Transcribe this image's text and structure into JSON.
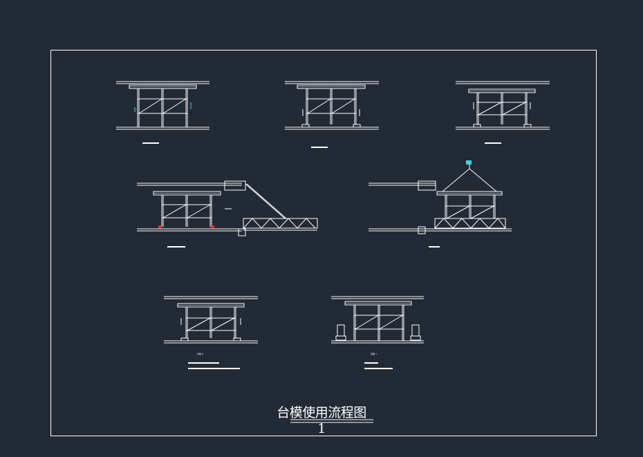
{
  "drawing": {
    "title": "台模使用流程图1",
    "colors": {
      "background": "#222a35",
      "line": "#ffffff",
      "accent_cyan": "#3fd8e6",
      "accent_red": "#ff2a2a"
    },
    "steps": [
      {
        "id": "step1",
        "label": "",
        "lines": [
          ""
        ]
      },
      {
        "id": "step2",
        "label": "",
        "lines": [
          "",
          ""
        ]
      },
      {
        "id": "step3",
        "label": "",
        "lines": [
          "",
          ""
        ]
      },
      {
        "id": "step4",
        "label": "",
        "lines": [
          "",
          ""
        ]
      },
      {
        "id": "step5",
        "label": "",
        "lines": [
          ""
        ]
      },
      {
        "id": "step6",
        "label": "步骤 6",
        "lines": []
      },
      {
        "id": "step7",
        "label": "步骤 7",
        "lines": []
      }
    ]
  }
}
